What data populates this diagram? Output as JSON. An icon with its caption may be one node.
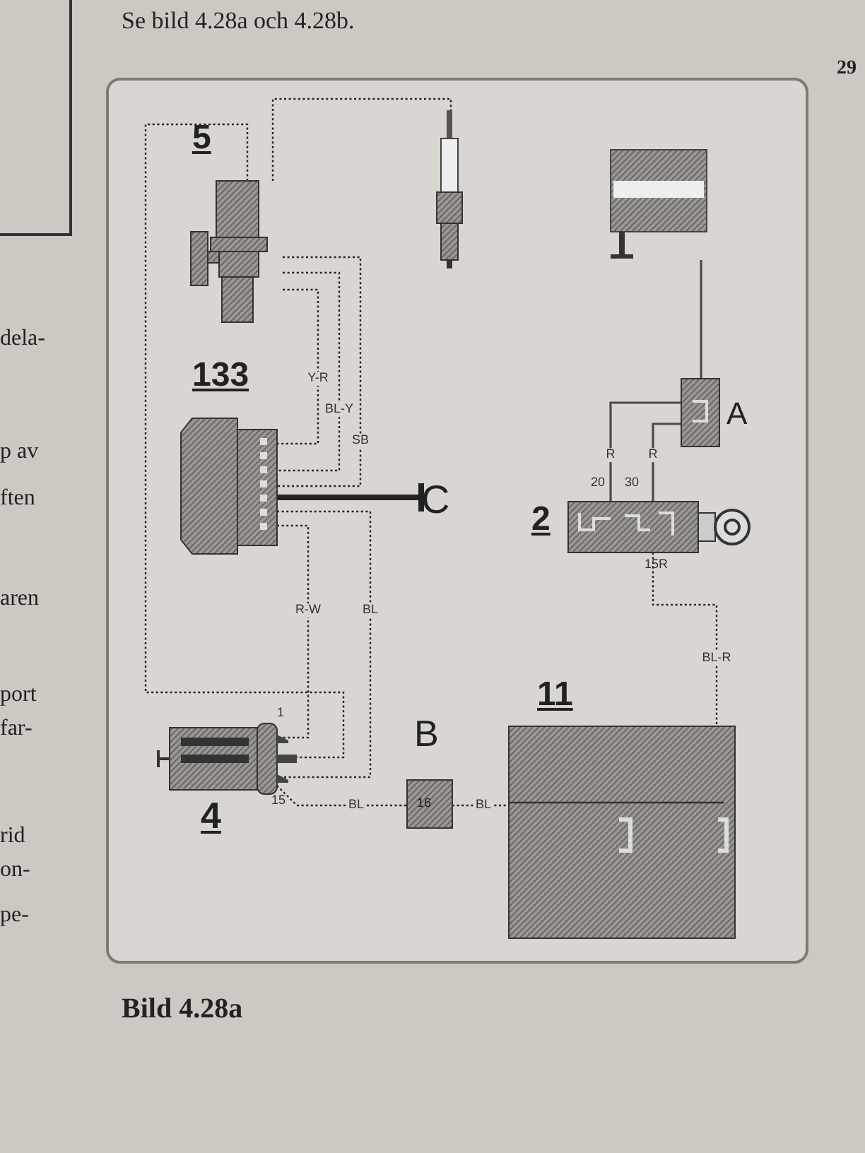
{
  "diagram": {
    "caption": "Bild 4.28a",
    "nodes": [
      {
        "text": [
          "5"
        ]
      },
      {
        "text": [],
        "shape": "picture"
      },
      {
        "text": [],
        "shape": "picture"
      },
      {
        "text": [
          "A"
        ]
      },
      {
        "text": [
          "2"
        ],
        "beside": [
          "20",
          "30",
          "15R"
        ]
      },
      {
        "text": [
          "133"
        ]
      },
      {
        "text": [
          "C"
        ]
      },
      {
        "text": [
          "4"
        ],
        "beside": [
          "1",
          "15"
        ]
      },
      {
        "text": [
          "B",
          "16"
        ]
      },
      {
        "text": [
          "11"
        ]
      }
    ],
    "edges": [
      {
        "from": 0,
        "to": 1,
        "arrow": "none",
        "style": "dashed"
      },
      {
        "from": 0,
        "to": 5,
        "arrow": "none",
        "label": "Y-R",
        "style": "dashed"
      },
      {
        "from": 0,
        "to": 5,
        "arrow": "none",
        "label": "BL-Y",
        "style": "dashed"
      },
      {
        "from": 0,
        "to": 5,
        "arrow": "none",
        "label": "SB",
        "style": "dashed"
      },
      {
        "from": 5,
        "to": 6,
        "arrow": "other",
        "style": "thick"
      },
      {
        "from": 5,
        "to": 7,
        "arrow": "none",
        "label": "R-W",
        "style": "dashed"
      },
      {
        "from": 5,
        "to": 7,
        "arrow": "none",
        "label": "BL",
        "style": "dashed"
      },
      {
        "from": 0,
        "to": 7,
        "arrow": "none",
        "style": "dashed"
      },
      {
        "from": 7,
        "to": 8,
        "arrow": "none",
        "label": "BL",
        "style": "dashed"
      },
      {
        "from": 8,
        "to": 9,
        "arrow": "none",
        "label": "BL",
        "style": "dashed"
      },
      {
        "from": 2,
        "to": 3,
        "arrow": "none"
      },
      {
        "from": 3,
        "to": 4,
        "arrow": "none",
        "label": "R"
      },
      {
        "from": 3,
        "to": 4,
        "arrow": "none",
        "label": "R"
      },
      {
        "from": 4,
        "to": 9,
        "arrow": "none",
        "label": "BL-R",
        "style": "dashed"
      }
    ],
    "labels": [
      "Se bild 4.28a och 4.28b.",
      "29",
      "dela-",
      "p av",
      "ften",
      "aren",
      "port",
      "far-",
      "rid",
      "on-",
      "pe-"
    ]
  }
}
